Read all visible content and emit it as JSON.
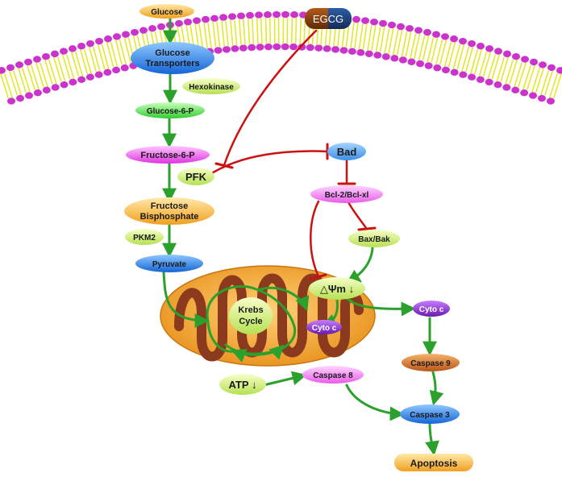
{
  "colors": {
    "membrane_head": "#cc33cc",
    "membrane_tail": "#e6e62e",
    "activation_arrow": "#2ca02c",
    "inhibition_line": "#cc1111",
    "mito_outer": "#f0a23c",
    "mito_cristae": "#8b3a1e"
  },
  "molecules": {
    "egcg": "EGCG",
    "glucose": "Glucose",
    "glucose_transporters": [
      "Glucose",
      "Transporters"
    ],
    "hexokinase": "Hexokinase",
    "glucose_6_p": "Glucose-6-P",
    "fructose_6_p": "Fructose-6-P",
    "pfk": "PFK",
    "fructose_bisphosphate": [
      "Fructose",
      "Bisphosphate"
    ],
    "pkm2": "PKM2",
    "pyruvate": "Pyruvate",
    "krebs_cycle": [
      "Krebs",
      "Cycle"
    ],
    "bad": "Bad",
    "bcl2": "Bcl-2/Bcl-xl",
    "bax_bak": "Bax/Bak",
    "delta_psi_m": "△Ψm ↓",
    "cyto_c_inner": "Cyto c",
    "cyto_c_outer": "Cyto c",
    "caspase_9": "Caspase 9",
    "caspase_8": "Caspase 8",
    "caspase_3": "Caspase 3",
    "atp": "ATP ↓",
    "apoptosis": "Apoptosis"
  }
}
